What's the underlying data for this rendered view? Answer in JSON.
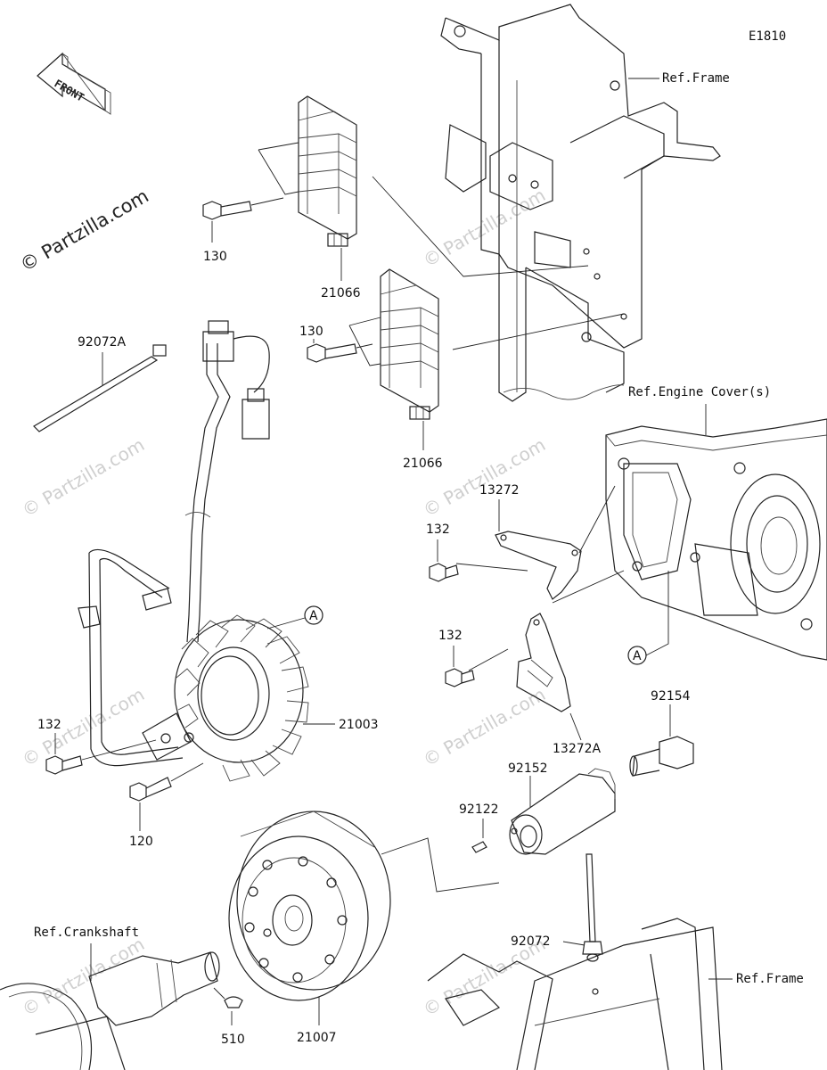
{
  "diagram_code": "E1810",
  "front_arrow_label": "FRONT",
  "copyright_logo": "© Partzilla.com",
  "watermark_text": "© Partzilla.com",
  "references": {
    "frame_top": "Ref.Frame",
    "engine_covers": "Ref.Engine Cover(s)",
    "crankshaft": "Ref.Crankshaft",
    "frame_bottom": "Ref.Frame"
  },
  "callout_marker": "A",
  "parts": {
    "p130_top": "130",
    "p21066_top": "21066",
    "p92072A": "92072A",
    "p130_mid": "130",
    "p21066_mid": "21066",
    "p13272": "13272",
    "p132_mid": "132",
    "p132_low": "132",
    "p13272A": "13272A",
    "p92154": "92154",
    "p21003": "21003",
    "p132_left": "132",
    "p120": "120",
    "p92152": "92152",
    "p92122": "92122",
    "p92072": "92072",
    "p21007": "21007",
    "p510": "510"
  }
}
